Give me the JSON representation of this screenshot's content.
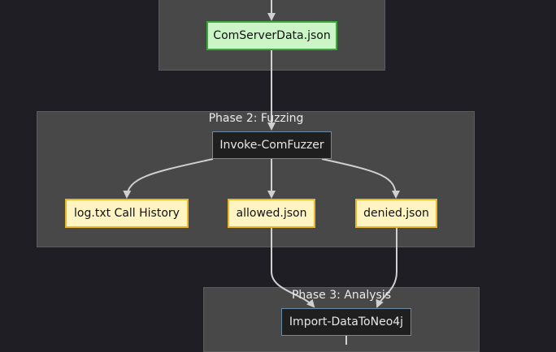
{
  "clusters": {
    "phase1": {
      "title": ""
    },
    "phase2": {
      "title": "Phase 2: Fuzzing"
    },
    "phase3": {
      "title": "Phase 3: Analysis"
    }
  },
  "nodes": {
    "com_server_data": "ComServerData.json",
    "invoke_com_fuzzer": "Invoke-ComFuzzer",
    "log_call_history": "log.txt Call History",
    "allowed": "allowed.json",
    "denied": "denied.json",
    "import_neo4j": "Import-DataToNeo4j"
  },
  "colors": {
    "background": "#1e1e24",
    "cluster_fill": "#484848",
    "edge": "#d0d0d0",
    "output_node_fill": "#fff4c2",
    "output_node_border": "#e8b828",
    "data_node_fill": "#cbf5c6",
    "data_node_border": "#3aa83a",
    "process_node_fill": "#1f1f1f",
    "process_node_border": "#6b8aa8"
  }
}
